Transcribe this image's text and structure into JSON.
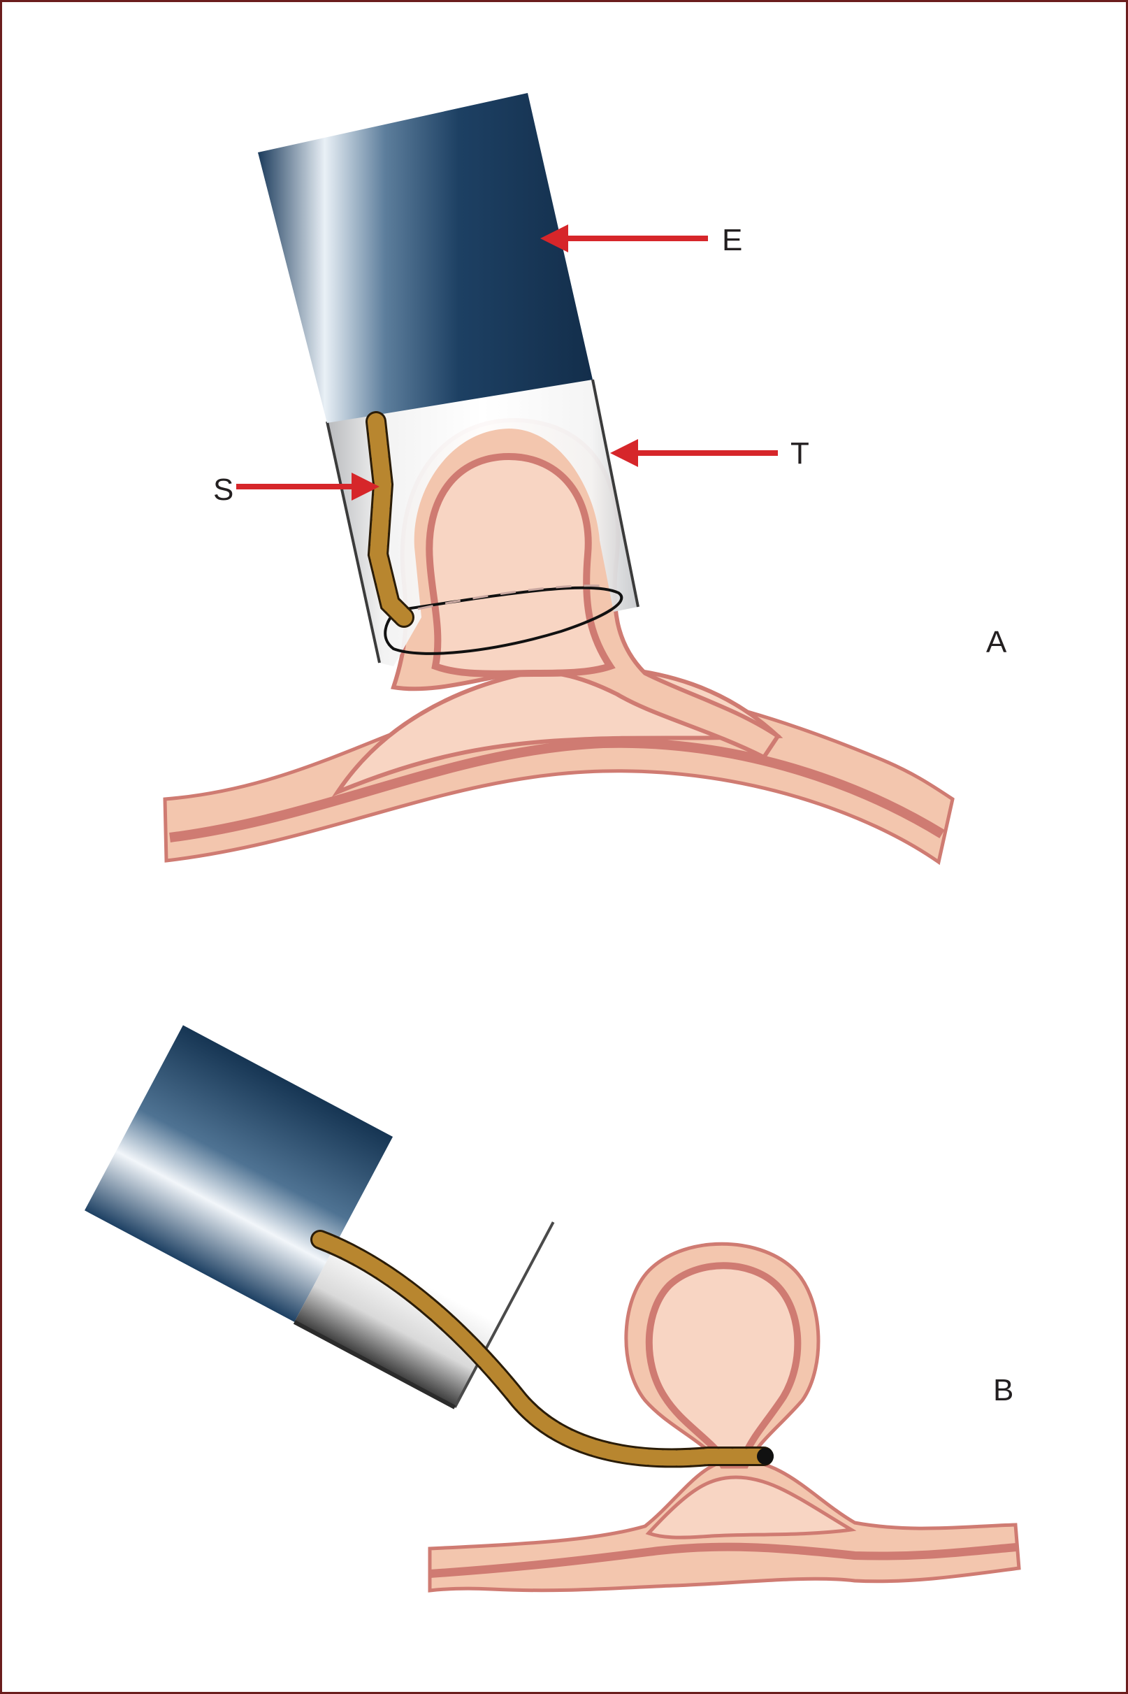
{
  "labels": {
    "endoscope": "E",
    "cap": "T",
    "snare": "S",
    "panel_a": "A",
    "panel_b": "B"
  },
  "colors": {
    "frame": "#6b1d1d",
    "scope_dark": "#163553",
    "tissue_outer": "#f3c6ae",
    "tissue_wall": "#cf7b72",
    "tissue_inner": "#f8d5c3",
    "arrow": "#d6262a",
    "snare": "#a67a2d"
  }
}
